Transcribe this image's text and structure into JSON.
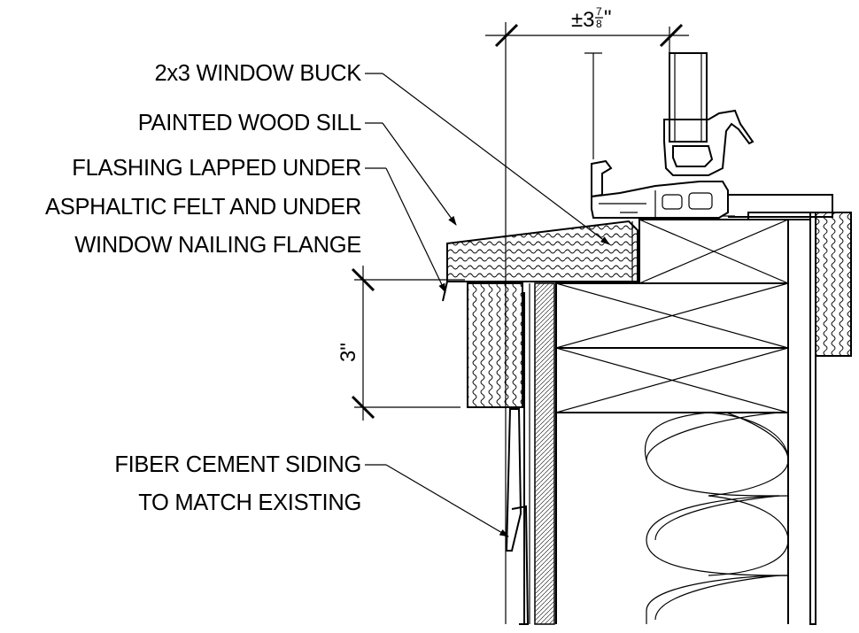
{
  "callouts": {
    "window_buck": "2x3 WINDOW BUCK",
    "wood_sill": "PAINTED WOOD SILL",
    "flashing": [
      "FLASHING LAPPED UNDER",
      "ASPHALTIC FELT AND UNDER",
      "WINDOW NAILING FLANGE"
    ],
    "siding": [
      "FIBER CEMENT SIDING",
      "TO MATCH EXISTING"
    ]
  },
  "dimensions": {
    "top_width": {
      "whole": "±3",
      "num": "7",
      "den": "8",
      "unit": "\""
    },
    "sill_height": "3\""
  }
}
